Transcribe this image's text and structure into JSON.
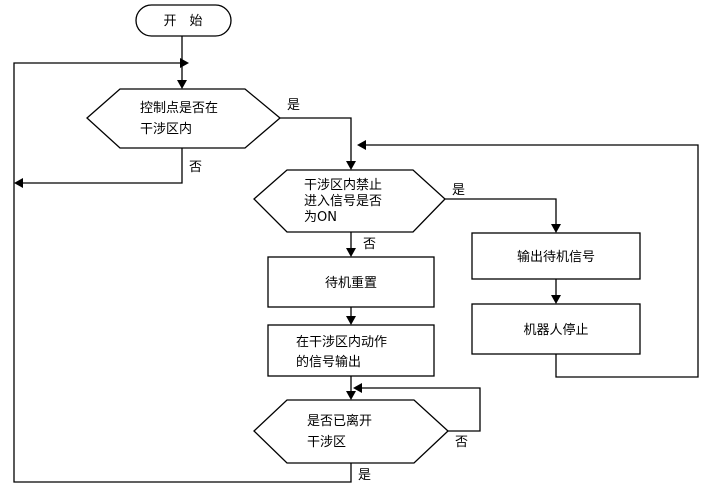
{
  "nodes": {
    "start": "开　始",
    "check_zone_line1": "控制点是否在",
    "check_zone_line2": "干涉区内",
    "check_signal_line1": "干涉区内禁止",
    "check_signal_line2": "进入信号是否",
    "check_signal_line3": "为ON",
    "standby_reset": "待机重置",
    "output_signal_line1": "在干涉区内动作",
    "output_signal_line2": "的信号输出",
    "check_left_line1": "是否已离开",
    "check_left_line2": "干涉区",
    "output_standby": "输出待机信号",
    "robot_stop": "机器人停止"
  },
  "edges": {
    "zone_yes": "是",
    "zone_no": "否",
    "signal_yes": "是",
    "signal_no": "否",
    "left_no": "否",
    "left_yes": "是"
  }
}
